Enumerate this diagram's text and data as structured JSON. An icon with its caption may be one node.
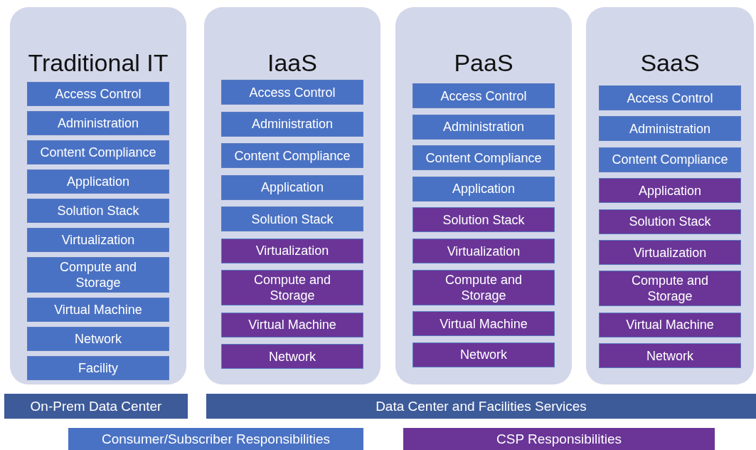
{
  "diagram": {
    "nodes": [
      {
        "text": [
          "Traditional IT"
        ]
      },
      {
        "text": [
          "Access Control"
        ],
        "in": 0
      },
      {
        "text": [
          "Administration"
        ],
        "in": 0
      },
      {
        "text": [
          "Content Compliance"
        ],
        "in": 0
      },
      {
        "text": [
          "Application"
        ],
        "in": 0
      },
      {
        "text": [
          "Solution Stack"
        ],
        "in": 0
      },
      {
        "text": [
          "Virtualization"
        ],
        "in": 0
      },
      {
        "text": [
          "Compute and Storage"
        ],
        "in": 0
      },
      {
        "text": [
          "Virtual Machine"
        ],
        "in": 0
      },
      {
        "text": [
          "Network"
        ],
        "in": 0
      },
      {
        "text": [
          "Facility"
        ],
        "in": 0
      },
      {
        "text": [
          "IaaS"
        ]
      },
      {
        "text": [
          "Access Control"
        ],
        "in": 11
      },
      {
        "text": [
          "Administration"
        ],
        "in": 11
      },
      {
        "text": [
          "Content Compliance"
        ],
        "in": 11
      },
      {
        "text": [
          "Application"
        ],
        "in": 11
      },
      {
        "text": [
          "Solution Stack"
        ],
        "in": 11
      },
      {
        "text": [
          "Virtualization"
        ],
        "in": 11
      },
      {
        "text": [
          "Compute and Storage"
        ],
        "in": 11
      },
      {
        "text": [
          "Virtual Machine"
        ],
        "in": 11
      },
      {
        "text": [
          "Network"
        ],
        "in": 11
      },
      {
        "text": [
          "PaaS"
        ]
      },
      {
        "text": [
          "Access Control"
        ],
        "in": 21
      },
      {
        "text": [
          "Administration"
        ],
        "in": 21
      },
      {
        "text": [
          "Content Compliance"
        ],
        "in": 21
      },
      {
        "text": [
          "Application"
        ],
        "in": 21
      },
      {
        "text": [
          "Solution Stack"
        ],
        "in": 21
      },
      {
        "text": [
          "Virtualization"
        ],
        "in": 21
      },
      {
        "text": [
          "Compute and Storage"
        ],
        "in": 21
      },
      {
        "text": [
          "Virtual Machine"
        ],
        "in": 21
      },
      {
        "text": [
          "Network"
        ],
        "in": 21
      },
      {
        "text": [
          "SaaS"
        ]
      },
      {
        "text": [
          "Access Control"
        ],
        "in": 31
      },
      {
        "text": [
          "Administration"
        ],
        "in": 31
      },
      {
        "text": [
          "Content Compliance"
        ],
        "in": 31
      },
      {
        "text": [
          "Application"
        ],
        "in": 31
      },
      {
        "text": [
          "Solution Stack"
        ],
        "in": 31
      },
      {
        "text": [
          "Virtualization"
        ],
        "in": 31
      },
      {
        "text": [
          "Compute and Storage"
        ],
        "in": 31
      },
      {
        "text": [
          "Virtual Machine"
        ],
        "in": 31
      },
      {
        "text": [
          "Network"
        ],
        "in": 31
      },
      {
        "text": [
          "On-Prem Data Center"
        ]
      },
      {
        "text": [
          "Data Center and Facilities Services"
        ]
      }
    ],
    "legend": [
      {
        "text": "Consumer/Subscriber Responsibilities",
        "color": "#4a72c4"
      },
      {
        "text": "CSP Responsibilities",
        "color": "#6a3597"
      }
    ]
  }
}
